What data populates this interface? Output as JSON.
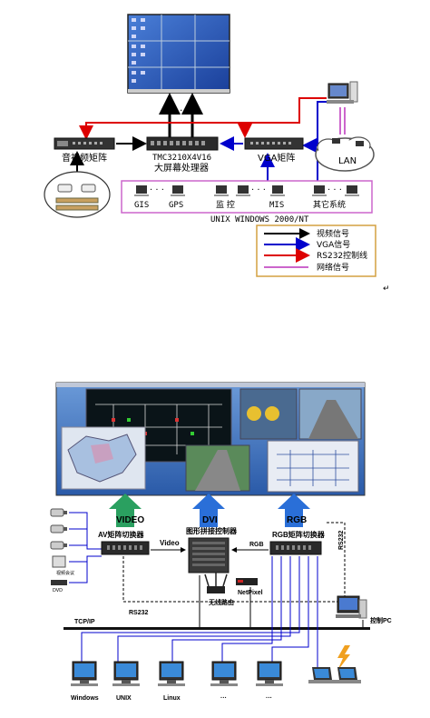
{
  "diagram1": {
    "matrix_av": "音视频矩阵",
    "processor_model": "TMC3210X4V16",
    "processor_name": "大屏幕处理器",
    "matrix_vga": "VGA矩阵",
    "lan": "LAN",
    "dots": "· · ·",
    "ws_gis": "GIS",
    "ws_gps": "GPS",
    "ws_monitor": "监  控",
    "ws_mis": "MIS",
    "ws_other": "其它系统",
    "os_label": "UNIX  WINDOWS 2000/NT",
    "legend": [
      {
        "label": "视频信号",
        "color": "#000000"
      },
      {
        "label": "VGA信号",
        "color": "#0000cc"
      },
      {
        "label": "RS232控制线",
        "color": "#dd0000"
      },
      {
        "label": "网络信号",
        "color": "#cc66cc"
      }
    ],
    "return_mark": "↵"
  },
  "diagram2": {
    "arrow_video": "VIDEO",
    "arrow_dvi": "DVI",
    "arrow_rgb": "RGB",
    "av_switcher": "AV矩阵切换器",
    "splice_controller": "图形拼接控制器",
    "rgb_switcher": "RGB矩阵切换器",
    "video_link": "Video",
    "rgb_link": "RGB",
    "rs232_right": "RS232",
    "rs232_bottom": "RS232",
    "wireless_router": "无线路由",
    "netpixel": "NetPixel",
    "control_pc": "控制PC",
    "bus": "TCP/IP",
    "video_conf": "视频会议",
    "dvd": "DVD",
    "computers": [
      "Windows",
      "UNIX",
      "Linux",
      "···",
      "···"
    ]
  }
}
